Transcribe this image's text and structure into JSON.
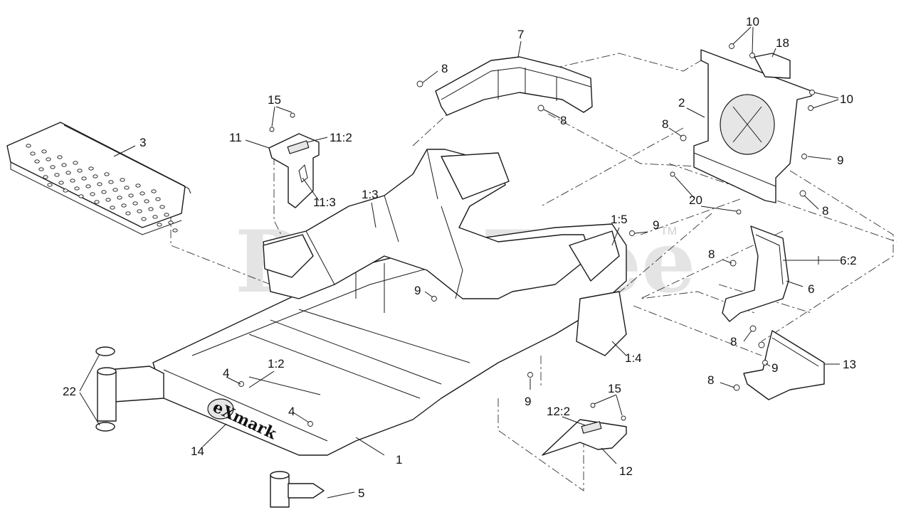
{
  "watermark": {
    "text": "PartsTree",
    "tm": "TM"
  },
  "logo": {
    "text": "eXmark"
  },
  "callouts": [
    {
      "id": "c-1",
      "text": "1"
    },
    {
      "id": "c-1-2",
      "text": "1:2"
    },
    {
      "id": "c-1-3",
      "text": "1:3"
    },
    {
      "id": "c-1-4",
      "text": "1:4"
    },
    {
      "id": "c-1-5",
      "text": "1:5"
    },
    {
      "id": "c-2",
      "text": "2"
    },
    {
      "id": "c-3",
      "text": "3"
    },
    {
      "id": "c-4a",
      "text": "4"
    },
    {
      "id": "c-4b",
      "text": "4"
    },
    {
      "id": "c-5",
      "text": "5"
    },
    {
      "id": "c-6",
      "text": "6"
    },
    {
      "id": "c-6-2",
      "text": "6:2"
    },
    {
      "id": "c-7",
      "text": "7"
    },
    {
      "id": "c-8a",
      "text": "8"
    },
    {
      "id": "c-8b",
      "text": "8"
    },
    {
      "id": "c-8c",
      "text": "8"
    },
    {
      "id": "c-8d",
      "text": "8"
    },
    {
      "id": "c-8e",
      "text": "8"
    },
    {
      "id": "c-8f",
      "text": "8"
    },
    {
      "id": "c-8g",
      "text": "8"
    },
    {
      "id": "c-9a",
      "text": "9"
    },
    {
      "id": "c-9b",
      "text": "9"
    },
    {
      "id": "c-9c",
      "text": "9"
    },
    {
      "id": "c-9d",
      "text": "9"
    },
    {
      "id": "c-9e",
      "text": "9"
    },
    {
      "id": "c-10a",
      "text": "10"
    },
    {
      "id": "c-10b",
      "text": "10"
    },
    {
      "id": "c-11",
      "text": "11"
    },
    {
      "id": "c-11-2",
      "text": "11:2"
    },
    {
      "id": "c-11-3",
      "text": "11:3"
    },
    {
      "id": "c-12",
      "text": "12"
    },
    {
      "id": "c-12-2",
      "text": "12:2"
    },
    {
      "id": "c-13",
      "text": "13"
    },
    {
      "id": "c-14",
      "text": "14"
    },
    {
      "id": "c-15a",
      "text": "15"
    },
    {
      "id": "c-15b",
      "text": "15"
    },
    {
      "id": "c-18",
      "text": "18"
    },
    {
      "id": "c-20",
      "text": "20"
    },
    {
      "id": "c-22",
      "text": "22"
    }
  ]
}
